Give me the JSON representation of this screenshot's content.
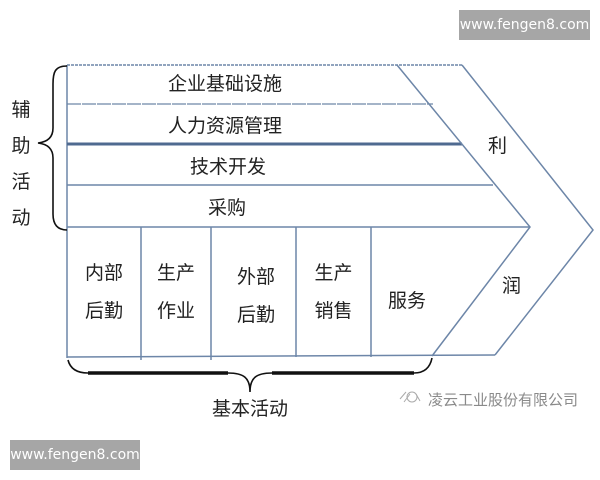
{
  "watermarks": {
    "top_right": "www.fengen8.com",
    "bottom_left": "www.fengen8.com"
  },
  "support_activities": {
    "group_label": "辅助活动",
    "group_label_chars": [
      "辅",
      "助",
      "活",
      "动"
    ],
    "rows": [
      {
        "label": "企业基础设施"
      },
      {
        "label": "人力资源管理"
      },
      {
        "label": "技术开发"
      },
      {
        "label": "采购"
      }
    ]
  },
  "primary_activities": {
    "group_label": "基本活动",
    "cells": [
      {
        "line1": "内部",
        "line2": "后勤"
      },
      {
        "line1": "生产",
        "line2": "作业"
      },
      {
        "line1": "外部",
        "line2": "后勤"
      },
      {
        "line1": "生产",
        "line2": "销售"
      },
      {
        "line1": "服务",
        "line2": ""
      }
    ]
  },
  "margin": {
    "label_top": "利",
    "label_bottom": "润"
  },
  "source": {
    "company": "凌云工业股份有限公司",
    "icon": "wechat-logo-icon"
  },
  "colors": {
    "line": "#6d86a8",
    "thick_line": "#4f6a90",
    "text": "#222222",
    "brace": "#111111",
    "watermark_bg": "#a6a6a6"
  }
}
